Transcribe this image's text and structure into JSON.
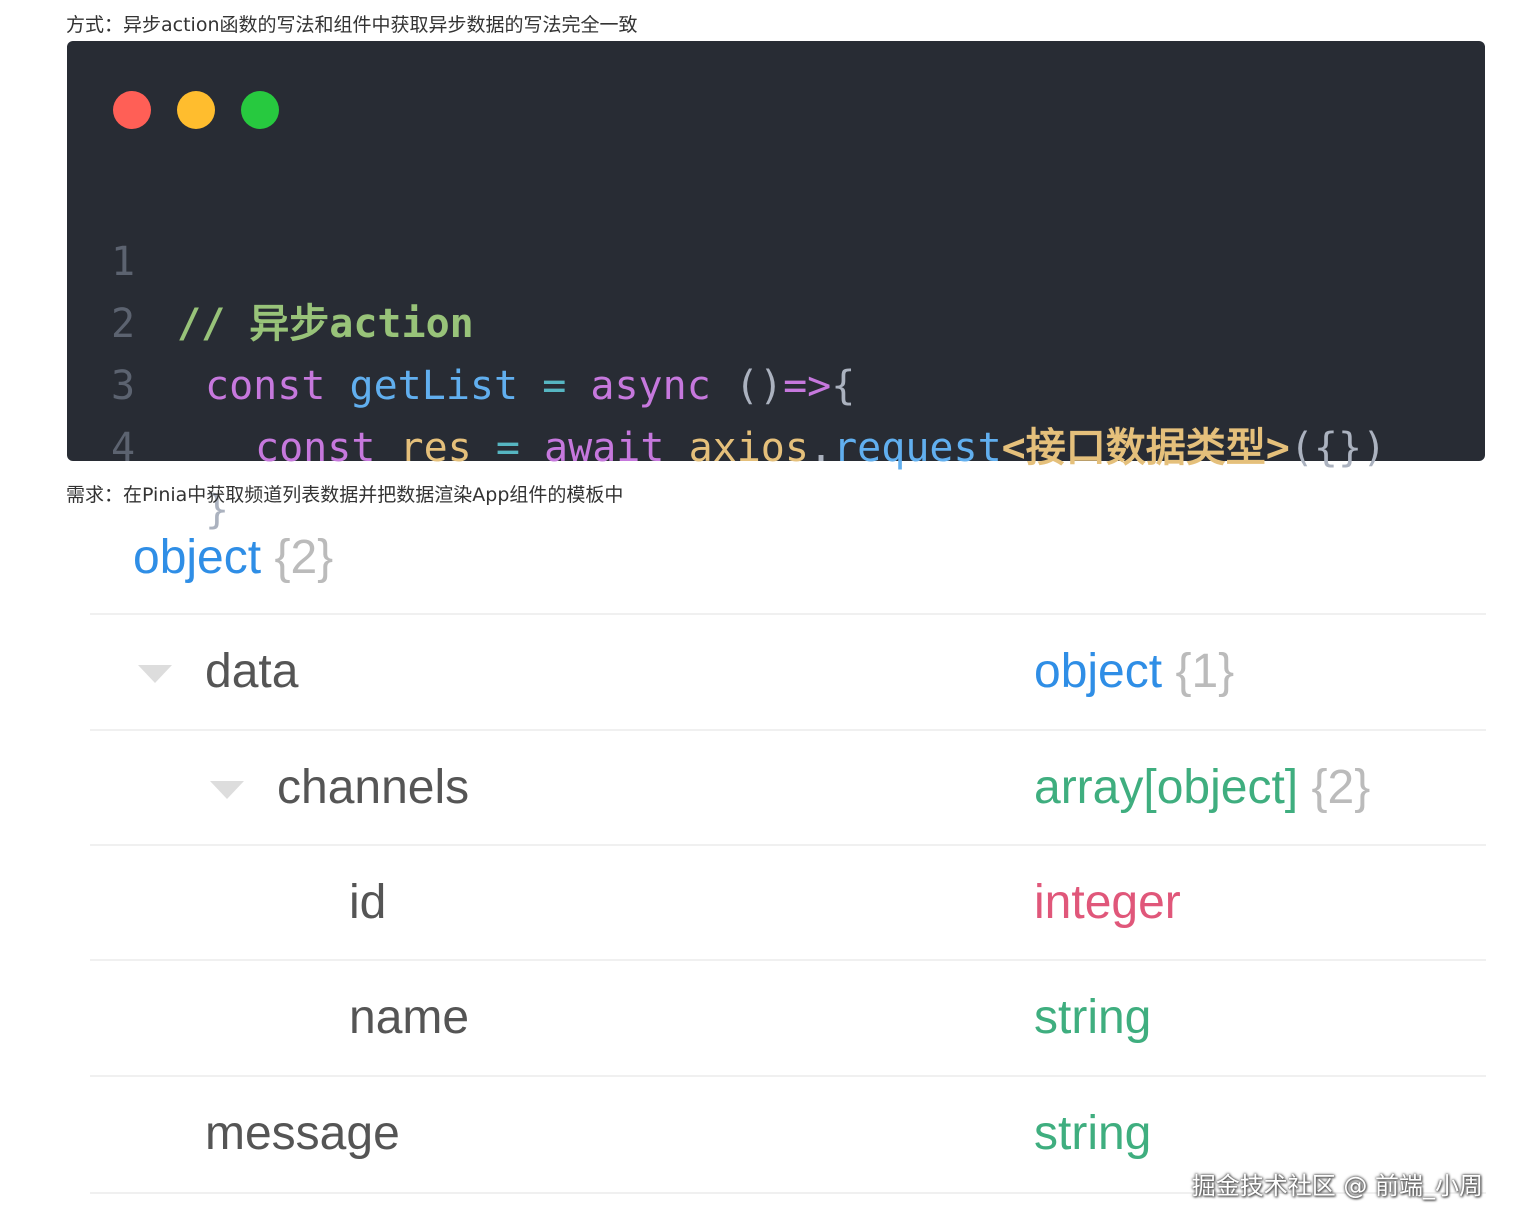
{
  "captions": {
    "method": "方式：异步action函数的写法和组件中获取异步数据的写法完全一致",
    "requirement": "需求：在Pinia中获取频道列表数据并把数据渲染App组件的模板中"
  },
  "code": {
    "lines": [
      {
        "number": "1",
        "tokens": {
          "t1": "// 异步action"
        }
      },
      {
        "number": "2",
        "tokens": {
          "t1": "const",
          "t2": " ",
          "t3": "getList",
          "t4": " ",
          "t5": "=",
          "t6": " ",
          "t7": "async",
          "t8": " ",
          "t9": "()",
          "t10": "=>",
          "t11": "{"
        }
      },
      {
        "number": "3",
        "tokens": {
          "t1": "const",
          "t2": " ",
          "t3": "res",
          "t4": " ",
          "t5": "=",
          "t6": " ",
          "t7": "await",
          "t8": " ",
          "t9": "axios",
          "t10": ".",
          "t11": "request",
          "t12": "<",
          "t13": "接口数据类型",
          "t14": ">",
          "t15": "({})"
        }
      },
      {
        "number": "4",
        "tokens": {
          "t1": "}"
        }
      }
    ]
  },
  "schema": {
    "root": {
      "type": "object",
      "count": "{2}"
    },
    "rows": [
      {
        "field": "data",
        "type": "object",
        "count": "{1}"
      },
      {
        "field": "channels",
        "type": "array[object]",
        "count": "{2}"
      },
      {
        "field": "id",
        "type": "integer"
      },
      {
        "field": "name",
        "type": "string"
      },
      {
        "field": "message",
        "type": "string"
      }
    ]
  },
  "watermark": "掘金技术社区 @ 前端_小周"
}
